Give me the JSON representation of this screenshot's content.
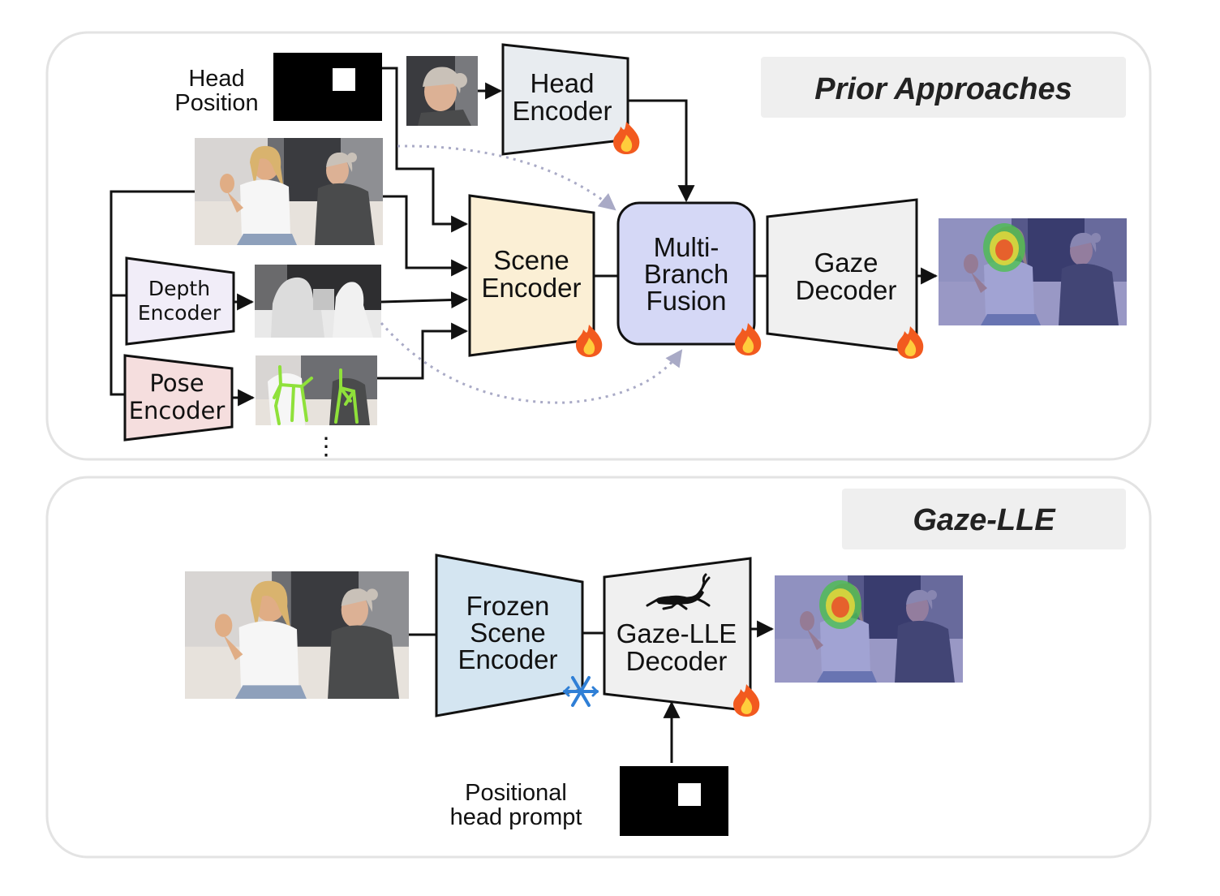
{
  "prior": {
    "section_title": "Prior Approaches",
    "head_position": [
      "Head",
      "Position"
    ],
    "head_encoder": [
      "Head",
      "Encoder"
    ],
    "scene_encoder": [
      "Scene",
      "Encoder"
    ],
    "fusion": [
      "Multi-",
      "Branch",
      "Fusion"
    ],
    "gaze_decoder": [
      "Gaze",
      "Decoder"
    ],
    "depth_encoder": [
      "Depth",
      "Encoder"
    ],
    "pose_encoder": [
      "Pose",
      "Encoder"
    ],
    "ellipsis": "⋮"
  },
  "gazelle": {
    "section_title": "Gaze-LLE",
    "frozen_encoder": [
      "Frozen",
      "Scene",
      "Encoder"
    ],
    "decoder": [
      "Gaze-LLE",
      "Decoder"
    ],
    "prompt": [
      "Positional",
      "head prompt"
    ]
  },
  "colors": {
    "head_encoder": "#e8ecf0",
    "scene_encoder": "#fbefd5",
    "fusion": "#d5d8f6",
    "gaze_decoder": "#f0f0f0",
    "depth_encoder": "#f1edf8",
    "pose_encoder": "#f5dede",
    "frozen_encoder": "#d4e5f1",
    "gazelle_decoder": "#f0f0f0",
    "dashed_arrow": "#a9aac6"
  },
  "icons": {
    "trainable": "fire-icon",
    "frozen": "snowflake-icon",
    "logo": "gazelle-icon"
  }
}
